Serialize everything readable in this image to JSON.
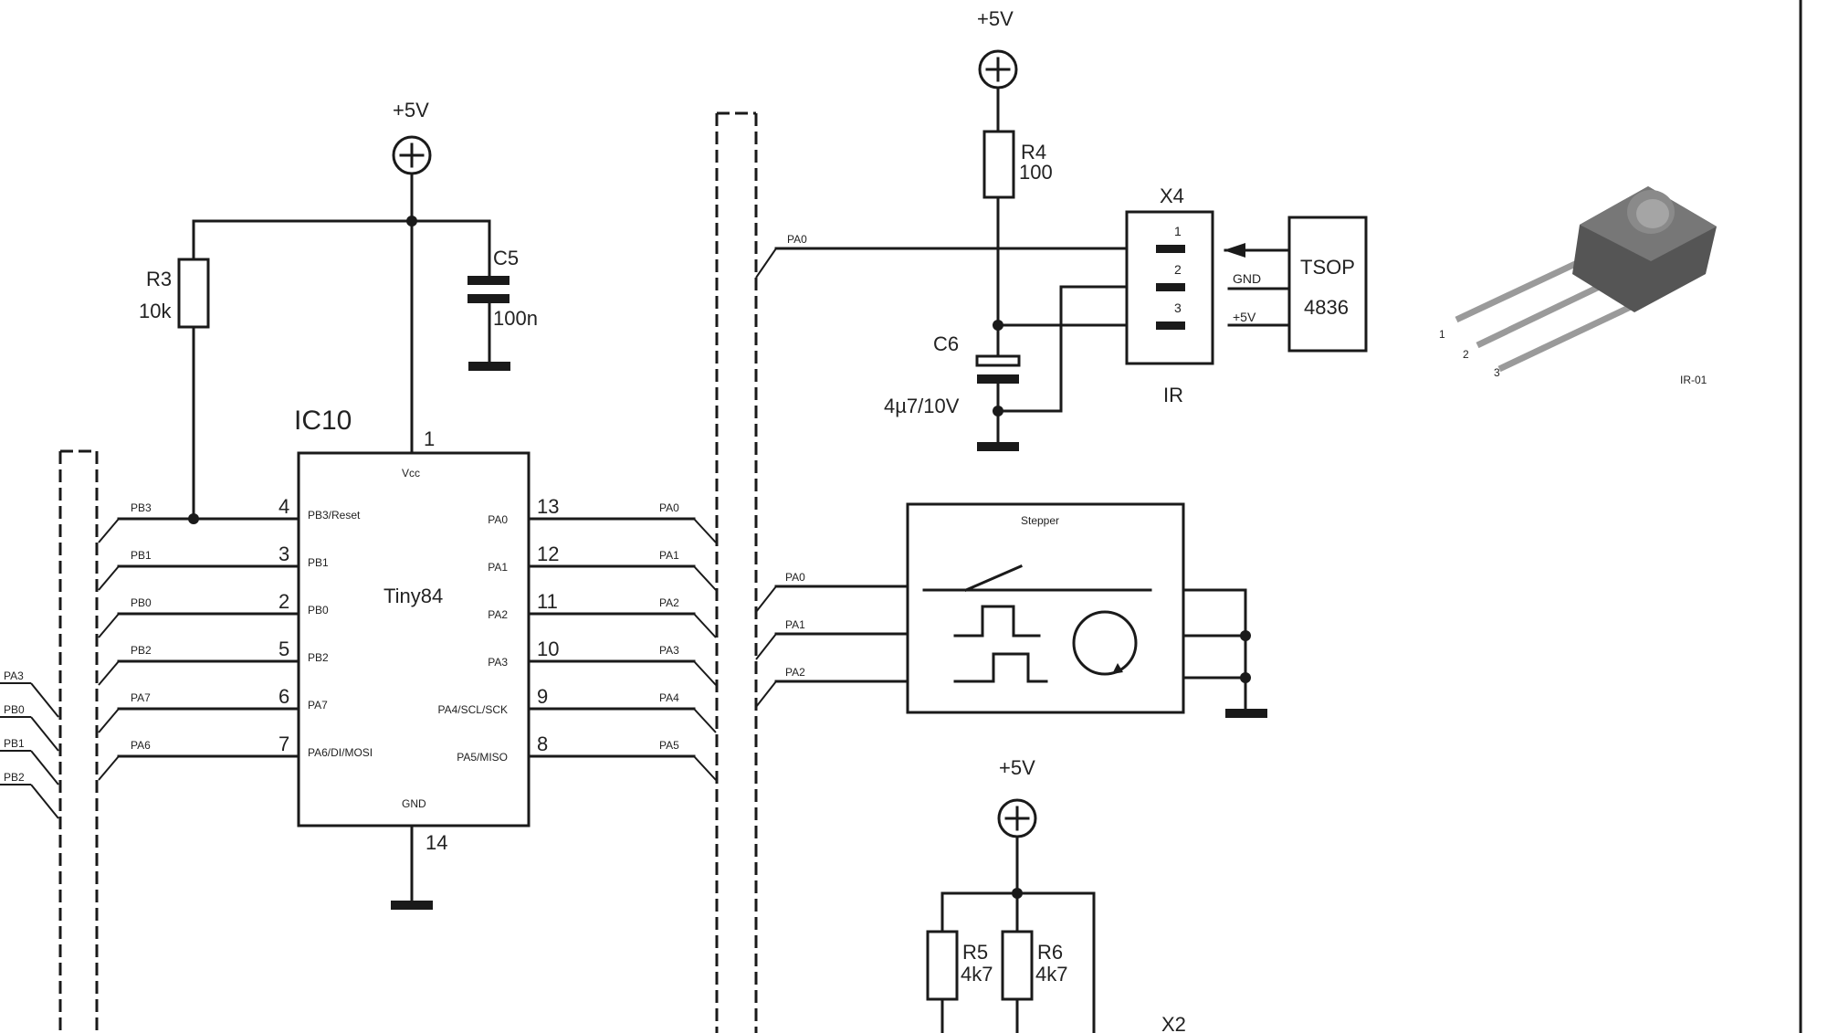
{
  "supplies": {
    "top_left": "+5V",
    "top_right": "+5V",
    "bottom": "+5V"
  },
  "ic10": {
    "ref": "IC10",
    "part": "Tiny84",
    "vcc_label": "Vcc",
    "gnd_label": "GND",
    "vcc_pin": "1",
    "gnd_pin": "14",
    "left_pins": [
      {
        "num": "4",
        "name": "PB3/Reset",
        "net": "PB3"
      },
      {
        "num": "3",
        "name": "PB1",
        "net": "PB1"
      },
      {
        "num": "2",
        "name": "PB0",
        "net": "PB0"
      },
      {
        "num": "5",
        "name": "PB2",
        "net": "PB2"
      },
      {
        "num": "6",
        "name": "PA7",
        "net": "PA7"
      },
      {
        "num": "7",
        "name": "PA6/DI/MOSI",
        "net": "PA6"
      }
    ],
    "right_pins": [
      {
        "num": "13",
        "name": "PA0",
        "net": "PA0"
      },
      {
        "num": "12",
        "name": "PA1",
        "net": "PA1"
      },
      {
        "num": "11",
        "name": "PA2",
        "net": "PA2"
      },
      {
        "num": "10",
        "name": "PA3",
        "net": "PA3"
      },
      {
        "num": "9",
        "name": "PA4/SCL/SCK",
        "net": "PA4"
      },
      {
        "num": "8",
        "name": "PA5/MISO",
        "net": "PA5"
      }
    ]
  },
  "r3": {
    "ref": "R3",
    "value": "10k"
  },
  "c5": {
    "ref": "C5",
    "value": "100n"
  },
  "r4": {
    "ref": "R4",
    "value": "100"
  },
  "c6": {
    "ref": "C6",
    "value": "4µ7/10V"
  },
  "x4": {
    "ref": "X4",
    "label": "IR",
    "pins": [
      "1",
      "2",
      "3"
    ]
  },
  "tsop": {
    "line1": "TSOP",
    "line2": "4836",
    "gnd": "GND",
    "vcc": "+5V"
  },
  "stepper": {
    "label": "Stepper",
    "nets": [
      "PA0",
      "PA1",
      "PA2"
    ]
  },
  "ir_net": "PA0",
  "left_edge_nets": [
    "PA3",
    "PB0",
    "PB1",
    "PB2"
  ],
  "r5": {
    "ref": "R5",
    "value": "4k7"
  },
  "r6": {
    "ref": "R6",
    "value": "4k7"
  },
  "x2": {
    "ref": "X2"
  },
  "package": {
    "pins": [
      "1",
      "2",
      "3"
    ],
    "caption": "IR-01"
  }
}
